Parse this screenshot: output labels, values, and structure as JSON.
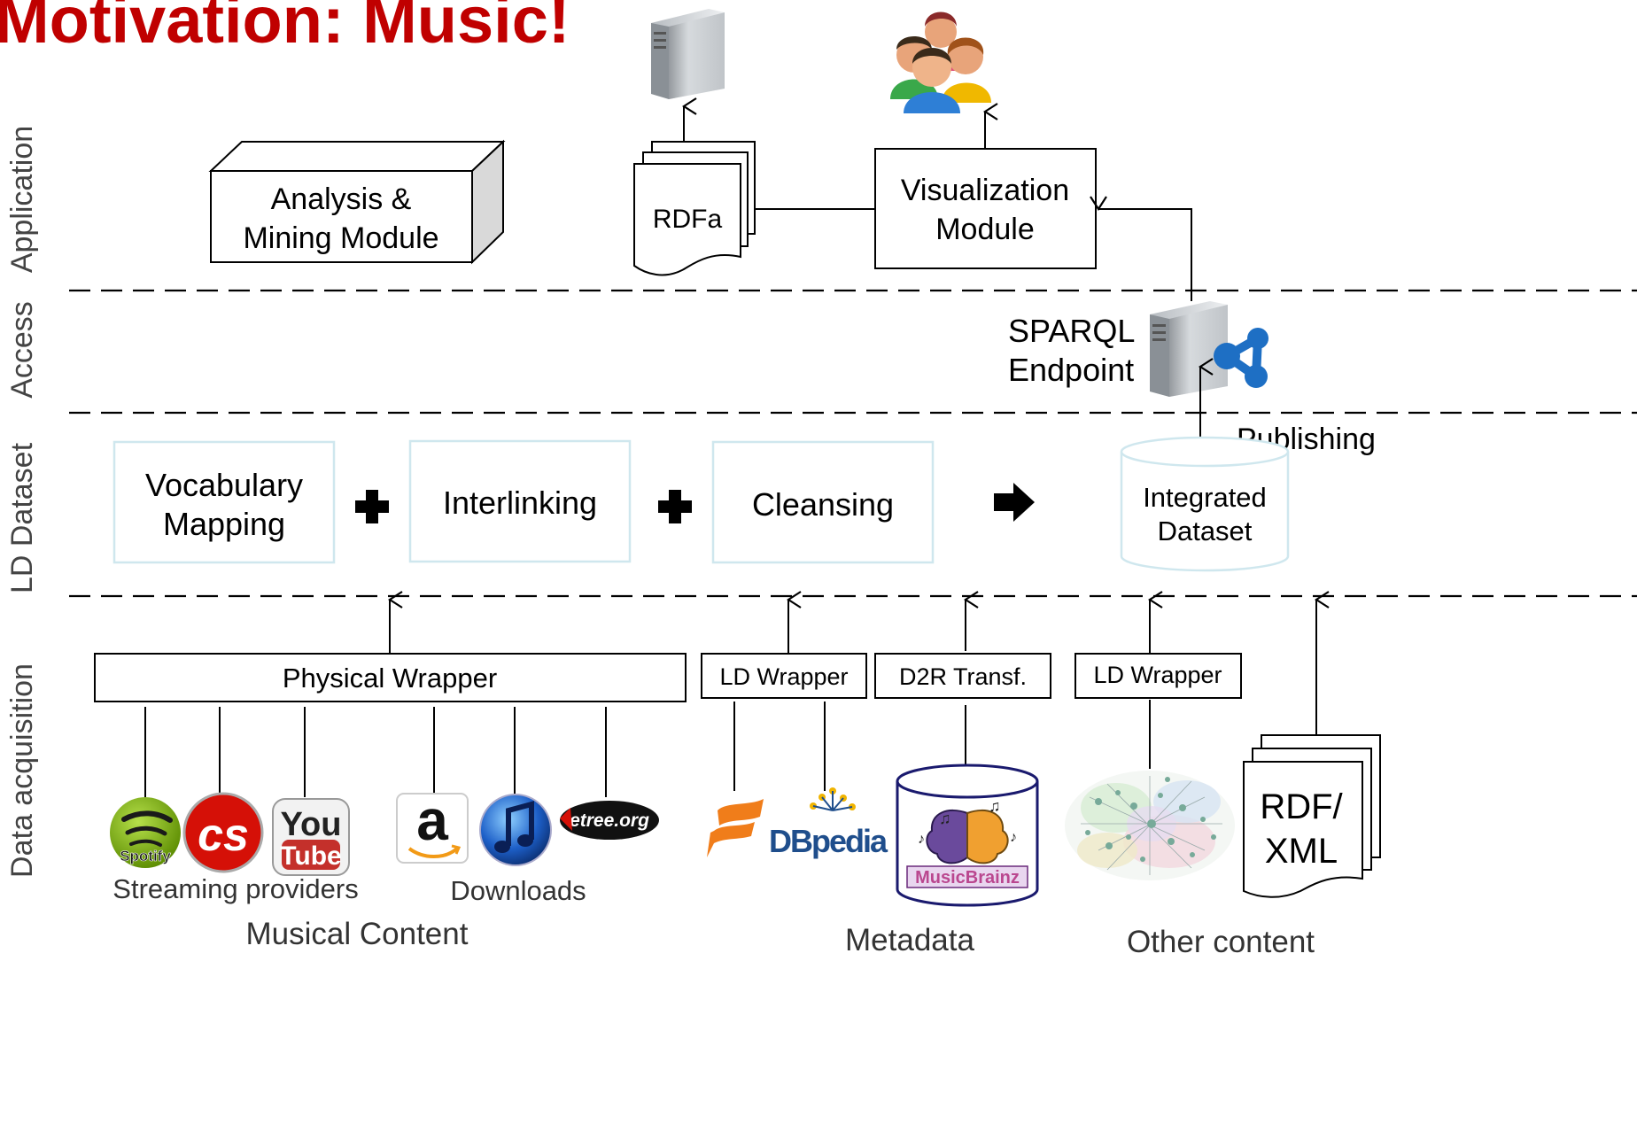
{
  "title": "Motivation: Music!",
  "layers": {
    "application": "Application",
    "access": "Access",
    "ld_dataset": "LD Dataset",
    "data_acquisition": "Data acquisition"
  },
  "application": {
    "analysis_line1": "Analysis &",
    "analysis_line2": "Mining Module",
    "rdfa": "RDFa",
    "visualization_line1": "Visualization",
    "visualization_line2": "Module"
  },
  "access": {
    "sparql_line1": "SPARQL",
    "sparql_line2": "Endpoint"
  },
  "dataset": {
    "vocabulary_line1": "Vocabulary",
    "vocabulary_line2": "Mapping",
    "interlinking": "Interlinking",
    "cleansing": "Cleansing",
    "integrated_line1": "Integrated",
    "integrated_line2": "Dataset",
    "publishing": "Publishing"
  },
  "acquisition": {
    "physical_wrapper": "Physical Wrapper",
    "ld_wrapper_1": "LD Wrapper",
    "d2r": "D2R Transf.",
    "ld_wrapper_2": "LD Wrapper",
    "rdfxml_line1": "RDF/",
    "rdfxml_line2": "XML"
  },
  "logos": {
    "spotify": "Spotify",
    "youtube_you": "You",
    "youtube_tube": "Tube",
    "amazon": "a",
    "etree": "etree.org",
    "dbpedia": "DBpedia",
    "musicbrainz": "MusicBrainz"
  },
  "captions": {
    "streaming": "Streaming providers",
    "downloads": "Downloads",
    "musical_content": "Musical Content",
    "metadata": "Metadata",
    "other_content": "Other content"
  },
  "colors": {
    "title": "#c00000",
    "pale_border": "#cfe7ee",
    "sparql_icon": "#1e6fc4",
    "spotify": "#84bd00",
    "lastfm": "#d51007",
    "youtube": "#c4302b",
    "itunes": "#1d5fc8",
    "freebase": "#f07d1a",
    "dbpedia": "#1f4e8c",
    "musicbrainz": "#ba478f"
  }
}
